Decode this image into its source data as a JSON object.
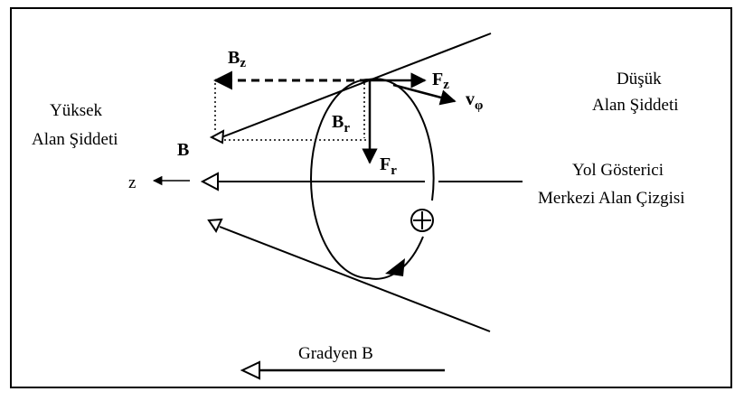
{
  "diagram": {
    "labels": {
      "high_field_line1": "Yüksek",
      "high_field_line2": "Alan Şiddeti",
      "low_field_line1": "Düşük",
      "low_field_line2": "Alan Şiddeti",
      "guiding_center_line1": "Yol Gösterici",
      "guiding_center_line2": "Merkezi Alan Çizgisi",
      "gradient_b": "Gradyen B",
      "field_b": "B",
      "axis_z": "z"
    },
    "vectors": {
      "bz_main": "B",
      "bz_sub": "z",
      "br_main": "B",
      "br_sub": "r",
      "fz_main": "F",
      "fz_sub": "z",
      "fr_main": "F",
      "fr_sub": "r",
      "vphi_main": "v",
      "vphi_sub": "φ"
    },
    "particle_charge": "+",
    "colors": {
      "ink": "#000000",
      "background": "#ffffff"
    }
  }
}
